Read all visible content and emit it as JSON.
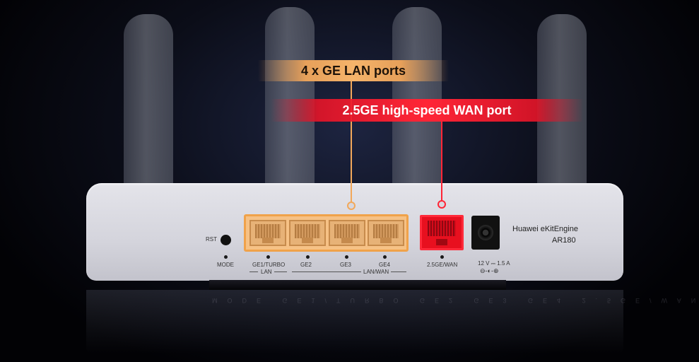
{
  "callouts": {
    "lan": "4 x GE LAN ports",
    "wan": "2.5GE high-speed WAN port"
  },
  "device": {
    "name": "Huawei eKitEngine",
    "model": "AR180"
  },
  "labels": {
    "rst": "RST",
    "mode": "MODE",
    "ge1": "GE1/TURBO",
    "ge2": "GE2",
    "ge3": "GE3",
    "ge4": "GE4",
    "wan": "2.5GE/WAN",
    "power": "12 V ⎓ 1.5 A",
    "lan_group": "LAN",
    "lan_wan_group": "LAN/WAN",
    "polarity": "⊖-◐-⊕"
  },
  "colors": {
    "lan_highlight": "#f5b46b",
    "wan_highlight": "#ff2536",
    "background": "#020205",
    "router": "#d8d8df"
  }
}
